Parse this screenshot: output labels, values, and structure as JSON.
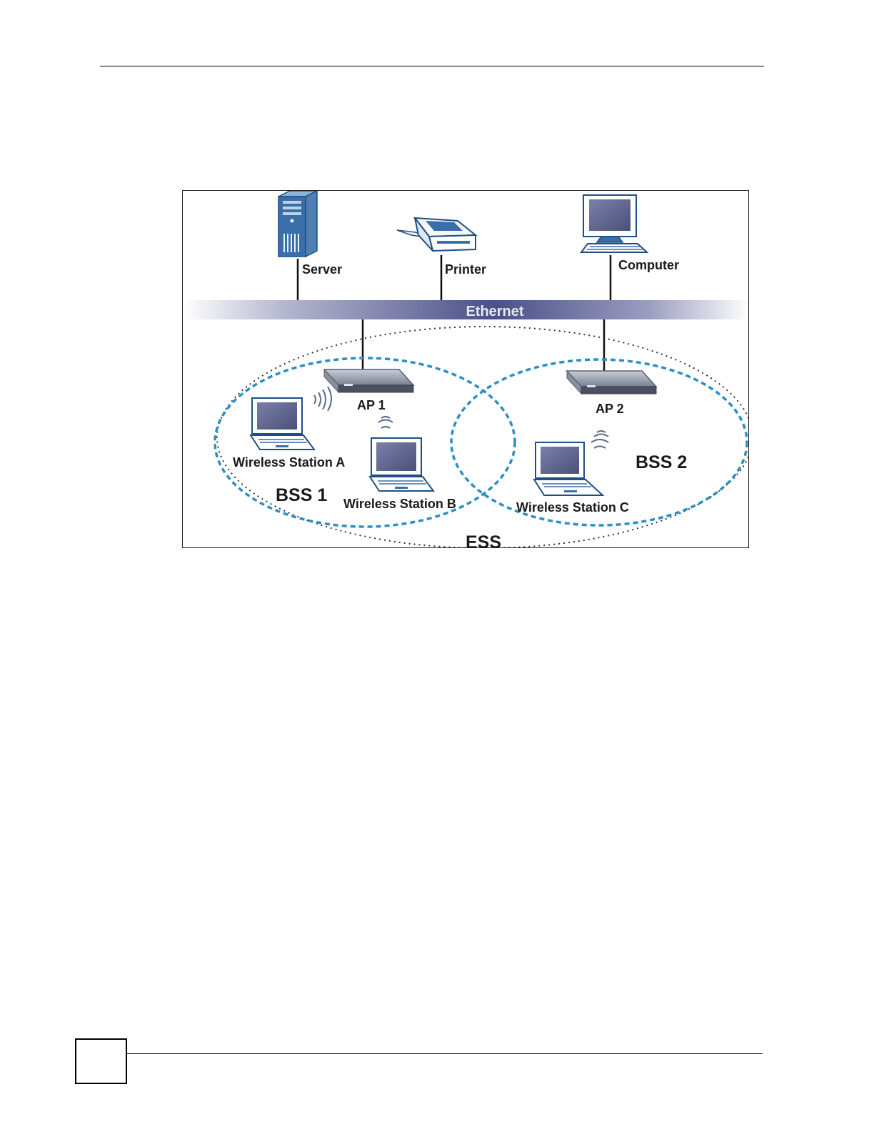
{
  "diagram": {
    "devices": {
      "server": "Server",
      "printer": "Printer",
      "computer": "Computer",
      "ap1": "AP 1",
      "ap2": "AP 2",
      "station_a": "Wireless Station A",
      "station_b": "Wireless Station B",
      "station_c": "Wireless Station C"
    },
    "network": {
      "ethernet": "Ethernet",
      "bss1": "BSS 1",
      "bss2": "BSS 2",
      "ess": "ESS"
    },
    "colors": {
      "bss_ring": "#2a8fc4",
      "ethernet_band": "#4a5088",
      "device_blue": "#3a6ea8",
      "screen_fill": "#5a6088"
    }
  }
}
